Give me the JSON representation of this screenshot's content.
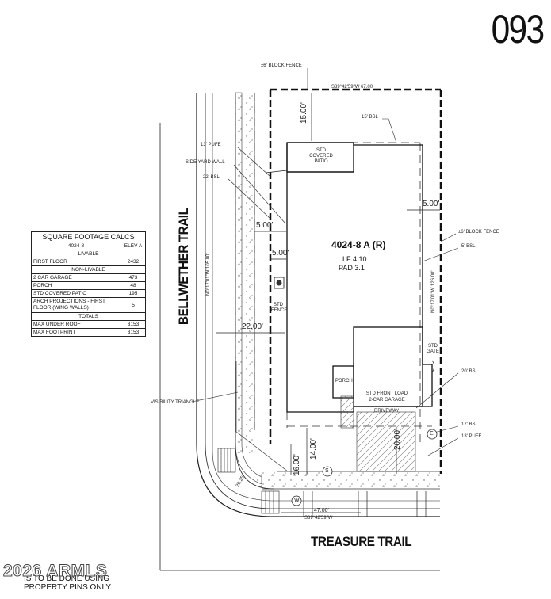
{
  "lot_number": "093",
  "streets": {
    "bottom": "TREASURE TRAIL",
    "left": "BELLWETHER TRAIL"
  },
  "house": {
    "plan": "4024-8 A (R)",
    "lf": "LF 4.10",
    "pad": "PAD 3.1"
  },
  "callouts": {
    "block_fence_top": "±6' BLOCK FENCE",
    "bearing_top": "S89°42'59\"W 67.00'",
    "bsl_15": "15' BSL",
    "pufe_13_left": "13' PUFE",
    "side_yard_wall": "SIDE YARD WALL",
    "bsl_22": "22' BSL",
    "block_fence_right": "±6' BLOCK FENCE",
    "bsl_5": "5' BSL",
    "std_covered_patio": "STD COVERED PATIO",
    "std_fence": "STD FENCE",
    "std_gate": "STD GATE",
    "bsl_20": "20' BSL",
    "porch": "PORCH",
    "garage": "STD FRONT LOAD 2-CAR GARAGE",
    "driveway": "DRIVEWAY",
    "visibility_triangle": "VISIBILITY TRIANGLE",
    "bsl_17": "17' BSL",
    "pufe_13_right": "13' PUFE",
    "bearing_left": "N0°17'01\"W 105.00'",
    "bearing_right": "N0°17'01\"W 126.00'",
    "bearing_bottom": "S89°42'59\"W",
    "curve_radius": "20.25'"
  },
  "dimensions": {
    "d15": "15.00'",
    "d5_left": "5.00'",
    "d5_inner": "5.00'",
    "d5_right": "5.00'",
    "d22": "22.00'",
    "d14": "14.00'",
    "d16": "16.00'",
    "d20": "20.00'",
    "d47": "47.00'"
  },
  "markers": {
    "sewer": "S",
    "water": "W",
    "electric": "E"
  },
  "sqft_table": {
    "title": "SQUARE FOOTAGE CALCS",
    "plan_col": "4024-8",
    "elev_col": "ELEV A",
    "livable_header": "LIVABLE",
    "first_floor_label": "FIRST FLOOR",
    "first_floor_value": "2432",
    "nonlivable_header": "NON-LIVABLE",
    "garage_label": "2 CAR GARAGE",
    "garage_value": "473",
    "porch_label": "PORCH",
    "porch_value": "48",
    "patio_label": "STD COVERED PATIO",
    "patio_value": "195",
    "arch_label": "ARCH PROJECTIONS - FIRST FLOOR (WING WALLS)",
    "arch_value": "5",
    "totals_header": "TOTALS",
    "max_roof_label": "MAX UNDER ROOF",
    "max_roof_value": "3153",
    "max_foot_label": "MAX FOOTPRINT",
    "max_foot_value": "3153"
  },
  "watermark": "2026 ARMLS",
  "note_lines": [
    "IS TO BE DONE USING",
    "PROPERTY PINS ONLY"
  ]
}
